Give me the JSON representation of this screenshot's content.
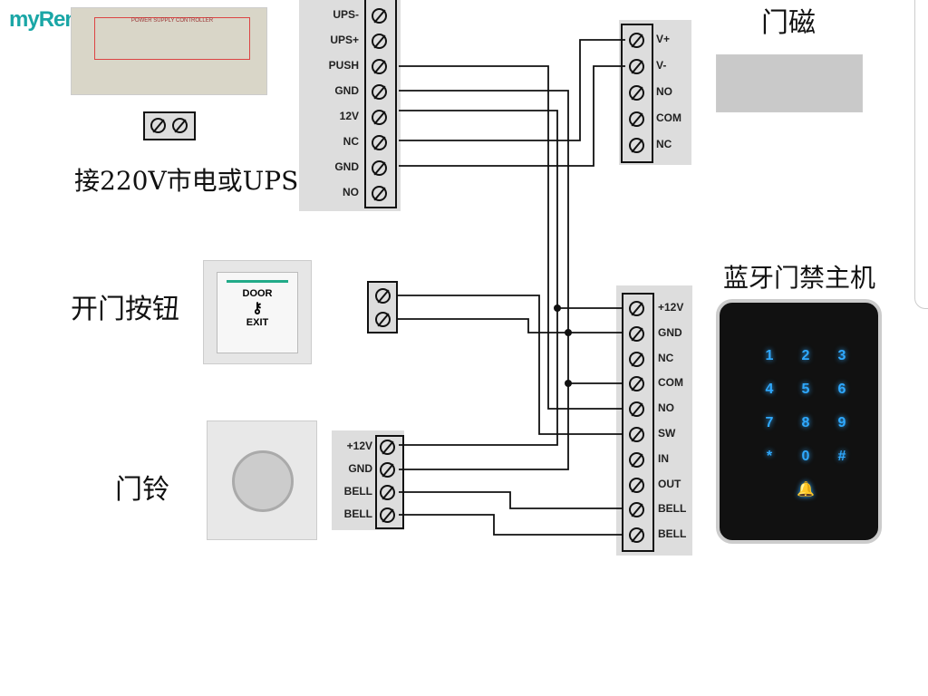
{
  "logo": "myRent",
  "power_supply": {
    "caption": "接220V市电或UPS",
    "photo_title": "POWER SUPPLY CONTROLLER",
    "terminals": [
      "UPS-",
      "UPS+",
      "PUSH",
      "GND",
      "12V",
      "NC",
      "GND",
      "NO"
    ]
  },
  "door_magnet": {
    "caption": "门磁",
    "terminals": [
      "V+",
      "V-",
      "NO",
      "COM",
      "NC"
    ]
  },
  "exit_button": {
    "caption": "开门按钮",
    "text_top": "DOOR",
    "text_bottom": "EXIT"
  },
  "doorbell": {
    "caption": "门铃",
    "terminals": [
      "+12V",
      "GND",
      "BELL",
      "BELL"
    ]
  },
  "controller": {
    "caption": "蓝牙门禁主机",
    "terminals": [
      "+12V",
      "GND",
      "NC",
      "COM",
      "NO",
      "SW",
      "IN",
      "OUT",
      "BELL",
      "BELL"
    ],
    "keys": [
      "1",
      "2",
      "3",
      "4",
      "5",
      "6",
      "7",
      "8",
      "9",
      "*",
      "0",
      "#"
    ],
    "bell_icon": "bell-icon"
  }
}
